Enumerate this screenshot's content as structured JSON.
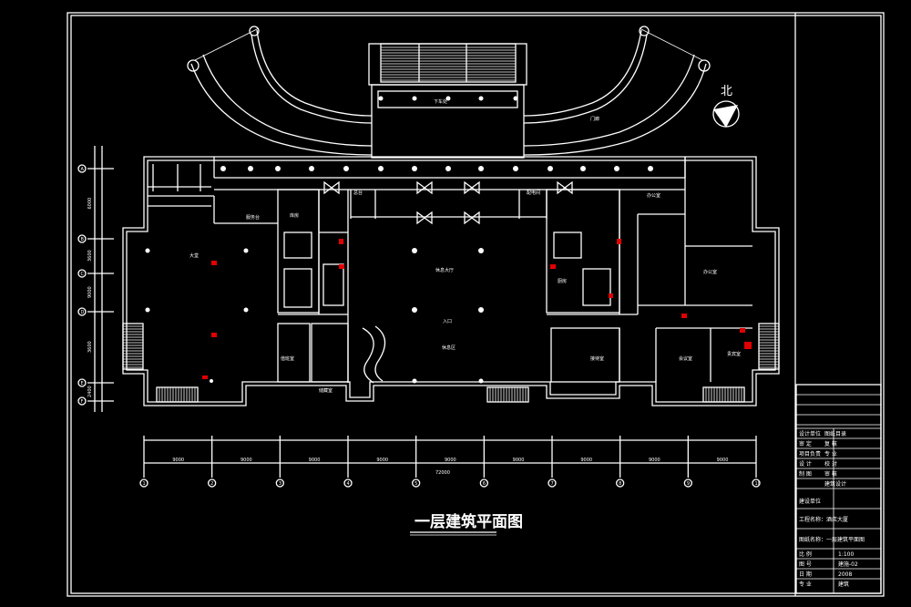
{
  "drawing": {
    "title": "一层建筑平面图",
    "north_label": "北",
    "background": "#000000",
    "line_color": "#ffffff",
    "marker_color": "#e00000"
  },
  "rooms": {
    "lobby": "大堂",
    "hall_center": "休息大厅",
    "waiting": "休息区",
    "office_left": "服务台",
    "reception_top": "总台",
    "left_room": "值班室",
    "kitchen": "厨房",
    "right_top": "办公室",
    "right_office": "办公室",
    "right_room1": "会议室",
    "right_room2": "贵宾室",
    "right_room3": "接待室",
    "canopy": "门廊",
    "dropoff": "下车处",
    "small1": "库房",
    "small2": "配电间",
    "bottom_room": "储藏室",
    "entry_label": "入口"
  },
  "axes": {
    "bottom_numbers": [
      "1",
      "2",
      "3",
      "4",
      "5",
      "6",
      "7",
      "8",
      "9",
      "10"
    ],
    "bottom_dims": [
      "9000",
      "9000",
      "9000",
      "9000",
      "9000",
      "9000",
      "9000",
      "9000",
      "9000"
    ],
    "total_dim": "72000",
    "left_letters": [
      "A",
      "B",
      "C",
      "D",
      "E",
      "F"
    ],
    "left_dims": [
      "6000",
      "3600",
      "9000",
      "3600",
      "2400"
    ]
  },
  "title_block": {
    "rows": [
      [
        "设计单位",
        "图纸目录"
      ],
      [
        "审 定",
        "复 核"
      ],
      [
        "项目负责",
        "专 业"
      ],
      [
        "设 计",
        "校 对"
      ],
      [
        "制 图",
        "审 核"
      ],
      [
        "",
        "建筑设计"
      ]
    ],
    "unit_label": "建设单位",
    "project_label": "工程名称：酒店大厦",
    "drawing_name": "图纸名称：一层建筑平面图",
    "info_rows": [
      [
        "比 例",
        "1:100"
      ],
      [
        "图 号",
        "建施-02"
      ],
      [
        "日 期",
        "2008"
      ],
      [
        "专 业",
        "建筑"
      ]
    ]
  }
}
